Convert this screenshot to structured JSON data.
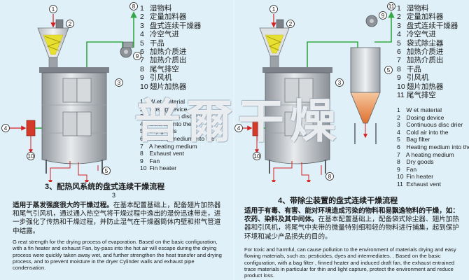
{
  "left": {
    "legend_cn": [
      {
        "num": "1",
        "text": "湿物料"
      },
      {
        "num": "2",
        "text": "定量加料器"
      },
      {
        "num": "3",
        "text": "盘式连续干燥器"
      },
      {
        "num": "4",
        "text": "冷空气进"
      },
      {
        "num": "5",
        "text": "干品"
      },
      {
        "num": "6",
        "text": "加热介质进"
      },
      {
        "num": "7",
        "text": "加热介质出"
      },
      {
        "num": "8",
        "text": "尾气排空"
      },
      {
        "num": "9",
        "text": "引风机"
      },
      {
        "num": "10",
        "text": "翅片加热器"
      }
    ],
    "legend_en": [
      {
        "num": "1",
        "text": "W et material"
      },
      {
        "num": "2",
        "text": "Dosing device"
      },
      {
        "num": "3",
        "text": "Continuous disc drier"
      },
      {
        "num": "4",
        "text": "Cold air into the"
      },
      {
        "num": "5",
        "text": "Dry goods"
      },
      {
        "num": "6",
        "text": "Heating medium into the"
      },
      {
        "num": "7",
        "text": "A heating medium"
      },
      {
        "num": "8",
        "text": "Exhaust vent"
      },
      {
        "num": "9",
        "text": "Fan"
      },
      {
        "num": "10",
        "text": "Fin heater"
      }
    ],
    "caption_num": "3、",
    "caption": "配热风系统的盘式连续干燥流程",
    "caption_sub": "3",
    "desc_cn_bold": "适用于蒸发强度很大的干燥过程。",
    "desc_cn": "在基本配置基础上，配备翅片加热器和尾气引风机，通过通入热空气将干燥过程中逸出的湿份迅速带走，进一步强化了传热和干燥过程，并防止湿气在干燥器筒体内壁和排气管道中结露。",
    "desc_en": "G reat strength for the drying process of evaporation. Based on the basic configuration, with a fin heater and exhaust Fan, by-pass into the hot air will escape during the drying process were quickly taken away wet, and further strengthen the heat transfer and drying process, and to prevent moisture in the dryer Cylinder walls and exhaust pipe condensation."
  },
  "right": {
    "legend_cn": [
      {
        "num": "1",
        "text": "湿物料"
      },
      {
        "num": "2",
        "text": "定量加料器"
      },
      {
        "num": "3",
        "text": "盘式连续干燥器"
      },
      {
        "num": "4",
        "text": "冷空气进"
      },
      {
        "num": "5",
        "text": "袋式除尘器"
      },
      {
        "num": "6",
        "text": "加热介质进"
      },
      {
        "num": "7",
        "text": "加热介质出"
      },
      {
        "num": "8",
        "text": "干品"
      },
      {
        "num": "9",
        "text": "引风机"
      },
      {
        "num": "10",
        "text": "翅片加热器"
      },
      {
        "num": "11",
        "text": "尾气排空"
      }
    ],
    "legend_en": [
      {
        "num": "1",
        "text": "W et material"
      },
      {
        "num": "2",
        "text": "Dosing device"
      },
      {
        "num": "3",
        "text": "Continuous disc drier"
      },
      {
        "num": "4",
        "text": "Cold air into the"
      },
      {
        "num": "5",
        "text": "Bag filter"
      },
      {
        "num": "6",
        "text": "Heating medium into the"
      },
      {
        "num": "7",
        "text": "A heating medium"
      },
      {
        "num": "8",
        "text": "Dry goods"
      },
      {
        "num": "9",
        "text": "Fan"
      },
      {
        "num": "10",
        "text": "Fin heater"
      },
      {
        "num": "11",
        "text": "Exhaust vent"
      }
    ],
    "caption_num": "4、",
    "caption": "带除尘装置的盘式连续干燥流程",
    "desc_cn_bold": "适用于有毒、有害、能对环境造成污染的物料和易飘逸物料的干燥，如：农药、染料及其中间体。",
    "desc_cn": "在基本配置基础上，配备袋式除尘器、翅片加热器和引风机，将尾气中夹带的微量特别细和轻的物料进行捕集，起到保护环境和减少产品损失的目的。",
    "desc_en": "For toxic and harmful, can cause pollution to the environment of materials drying and easy flowing materials, such as: pesticides, dyes and intermediates. . Based on the basic configuration, with a bag filter , finned heater and induced draft fan, the exhaust entrained trace materials in particular for thin and light capture, protect the environment and reduce product loss."
  },
  "watermark": "普爾干燥",
  "colors": {
    "panel": "#dff0f8",
    "pipe": "#35a845",
    "arrow": "#d42020",
    "vessel": "#c4c8cc",
    "heater": "#d43a2a",
    "material": "#e8e030"
  }
}
